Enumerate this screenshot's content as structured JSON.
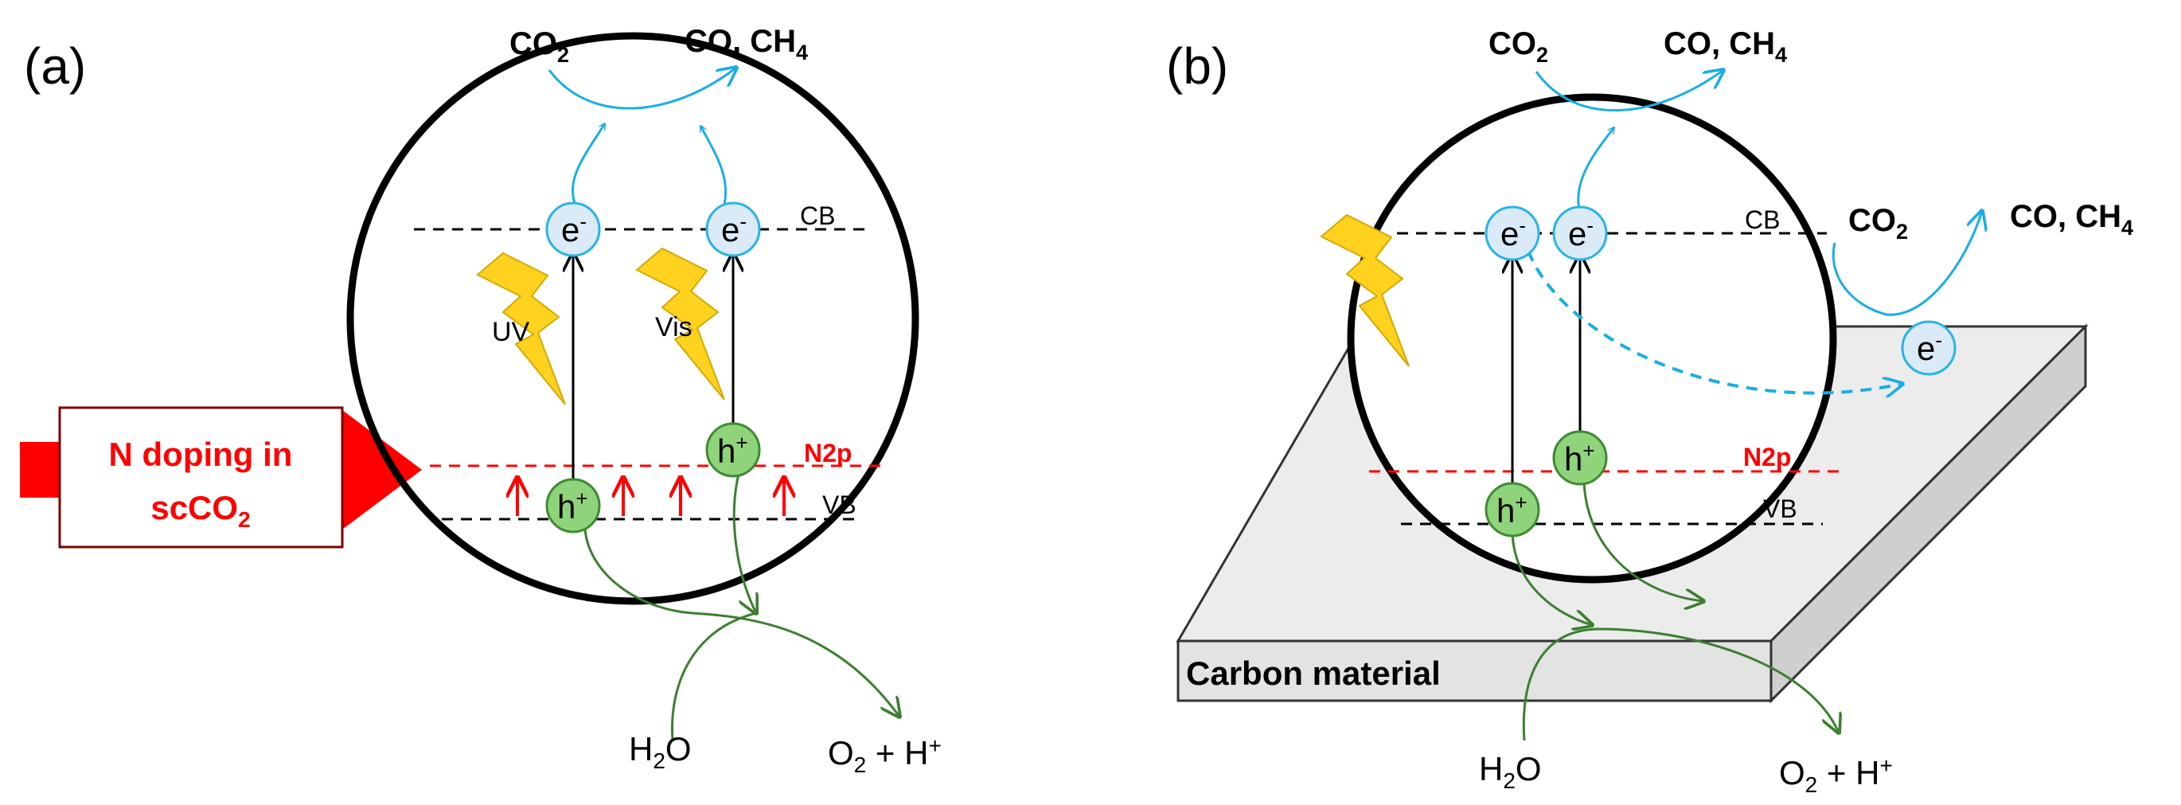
{
  "panel_a": {
    "label": "(a)",
    "co2": "CO",
    "co2_sub": "2",
    "products": "CO, CH",
    "products_sub": "4",
    "electron": "e",
    "electron_sup": "-",
    "cb": "CB",
    "vb": "VB",
    "n2p": "N2p",
    "uv": "UV",
    "vis": "Vis",
    "hole": "h",
    "hole_sup": "+",
    "box_line1": "N doping in",
    "box_line2": "scCO",
    "box_line2_sub": "2",
    "h2o": "H",
    "h2o_sub": "2",
    "h2o_tail": "O",
    "o2": "O",
    "o2_sub": "2",
    "o2_tail": " + H",
    "o2_sup": "+"
  },
  "panel_b": {
    "label": "(b)",
    "co2": "CO",
    "co2_sub": "2",
    "products": "CO, CH",
    "products_sub": "4",
    "co2_right": "CO",
    "co2_right_sub": "2",
    "products_right": "CO, CH",
    "products_right_sub": "4",
    "electron": "e",
    "electron_sup": "-",
    "cb": "CB",
    "vb": "VB",
    "n2p": "N2p",
    "hole": "h",
    "hole_sup": "+",
    "carbon": "Carbon material",
    "h2o": "H",
    "h2o_sub": "2",
    "h2o_tail": "O",
    "o2": "O",
    "o2_sub": "2",
    "o2_tail": " + H",
    "o2_sup": "+"
  },
  "colors": {
    "electron_fill": "#dbeaf7",
    "electron_stroke": "#29b3e6",
    "hole_fill": "#8fd47a",
    "hole_stroke": "#3f8a34",
    "flow_blue": "#1aaee5",
    "flow_green": "#3c7f31",
    "red": "#ff0000",
    "bolt": "#ffd21f",
    "plate": "#ececec"
  }
}
